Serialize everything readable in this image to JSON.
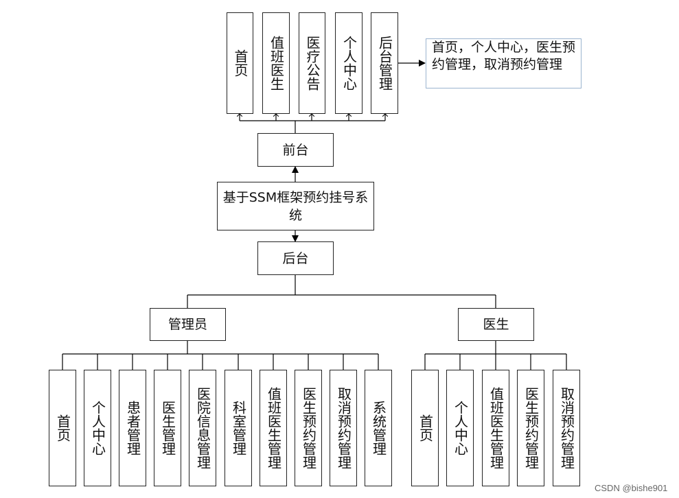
{
  "top_row": [
    {
      "key": "home",
      "label": "首页"
    },
    {
      "key": "duty-doctor",
      "label": "值班医生"
    },
    {
      "key": "medical-notice",
      "label": "医疗公告"
    },
    {
      "key": "personal-center",
      "label": "个人中心"
    },
    {
      "key": "backend-mgmt",
      "label": "后台管理"
    }
  ],
  "note_text": "首页，个人中心，医生预约管理，取消预约管理",
  "frontend_label": "前台",
  "system_label": "基于SSM框架预约挂号系统",
  "backend_label": "后台",
  "admin_label": "管理员",
  "doctor_label": "医生",
  "admin_items": [
    {
      "key": "home",
      "label": "首页"
    },
    {
      "key": "personal-center",
      "label": "个人中心"
    },
    {
      "key": "patient-mgmt",
      "label": "患者管理"
    },
    {
      "key": "doctor-mgmt",
      "label": "医生管理"
    },
    {
      "key": "hospital-info-mgmt",
      "label": "医院信息管理"
    },
    {
      "key": "department-mgmt",
      "label": "科室管理"
    },
    {
      "key": "duty-doctor-mgmt",
      "label": "值班医生管理"
    },
    {
      "key": "doctor-appointment-mgmt",
      "label": "医生预约管理"
    },
    {
      "key": "cancel-appointment-mgmt",
      "label": "取消预约管理"
    },
    {
      "key": "system-mgmt",
      "label": "系统管理"
    }
  ],
  "doctor_items": [
    {
      "key": "home",
      "label": "首页"
    },
    {
      "key": "personal-center",
      "label": "个人中心"
    },
    {
      "key": "duty-doctor-mgmt",
      "label": "值班医生管理"
    },
    {
      "key": "doctor-appointment-mgmt",
      "label": "医生预约管理"
    },
    {
      "key": "cancel-appointment-mgmt",
      "label": "取消预约管理"
    }
  ],
  "watermark": "CSDN @bishe901"
}
